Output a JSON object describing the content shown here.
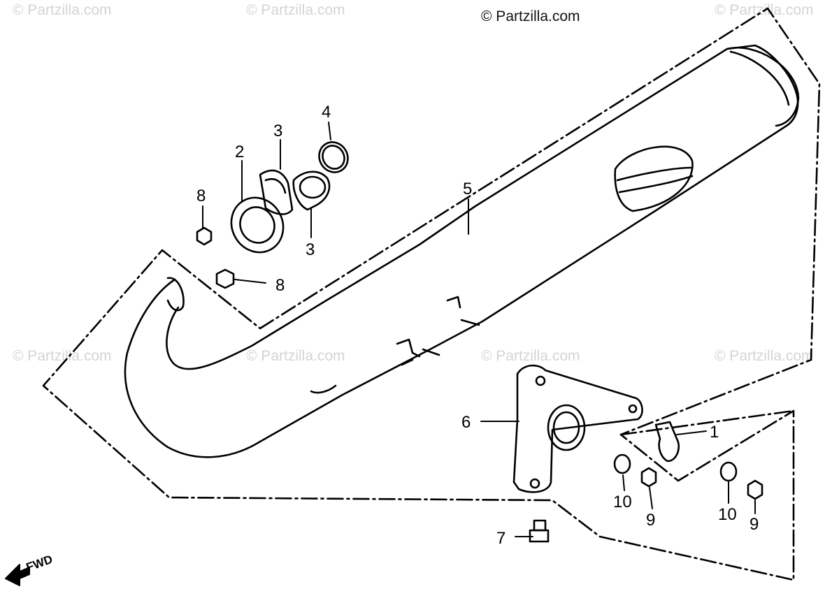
{
  "watermark": "© Partzilla.com",
  "direction_label": "FWD",
  "callouts": {
    "c1": "1",
    "c2": "2",
    "c3a": "3",
    "c3b": "3",
    "c4": "4",
    "c5": "5",
    "c6": "6",
    "c7": "7",
    "c8a": "8",
    "c8b": "8",
    "c9a": "9",
    "c9b": "9",
    "c10a": "10",
    "c10b": "10"
  },
  "colors": {
    "line": "#000000",
    "watermark": "#d4d4d4",
    "background": "#ffffff"
  }
}
